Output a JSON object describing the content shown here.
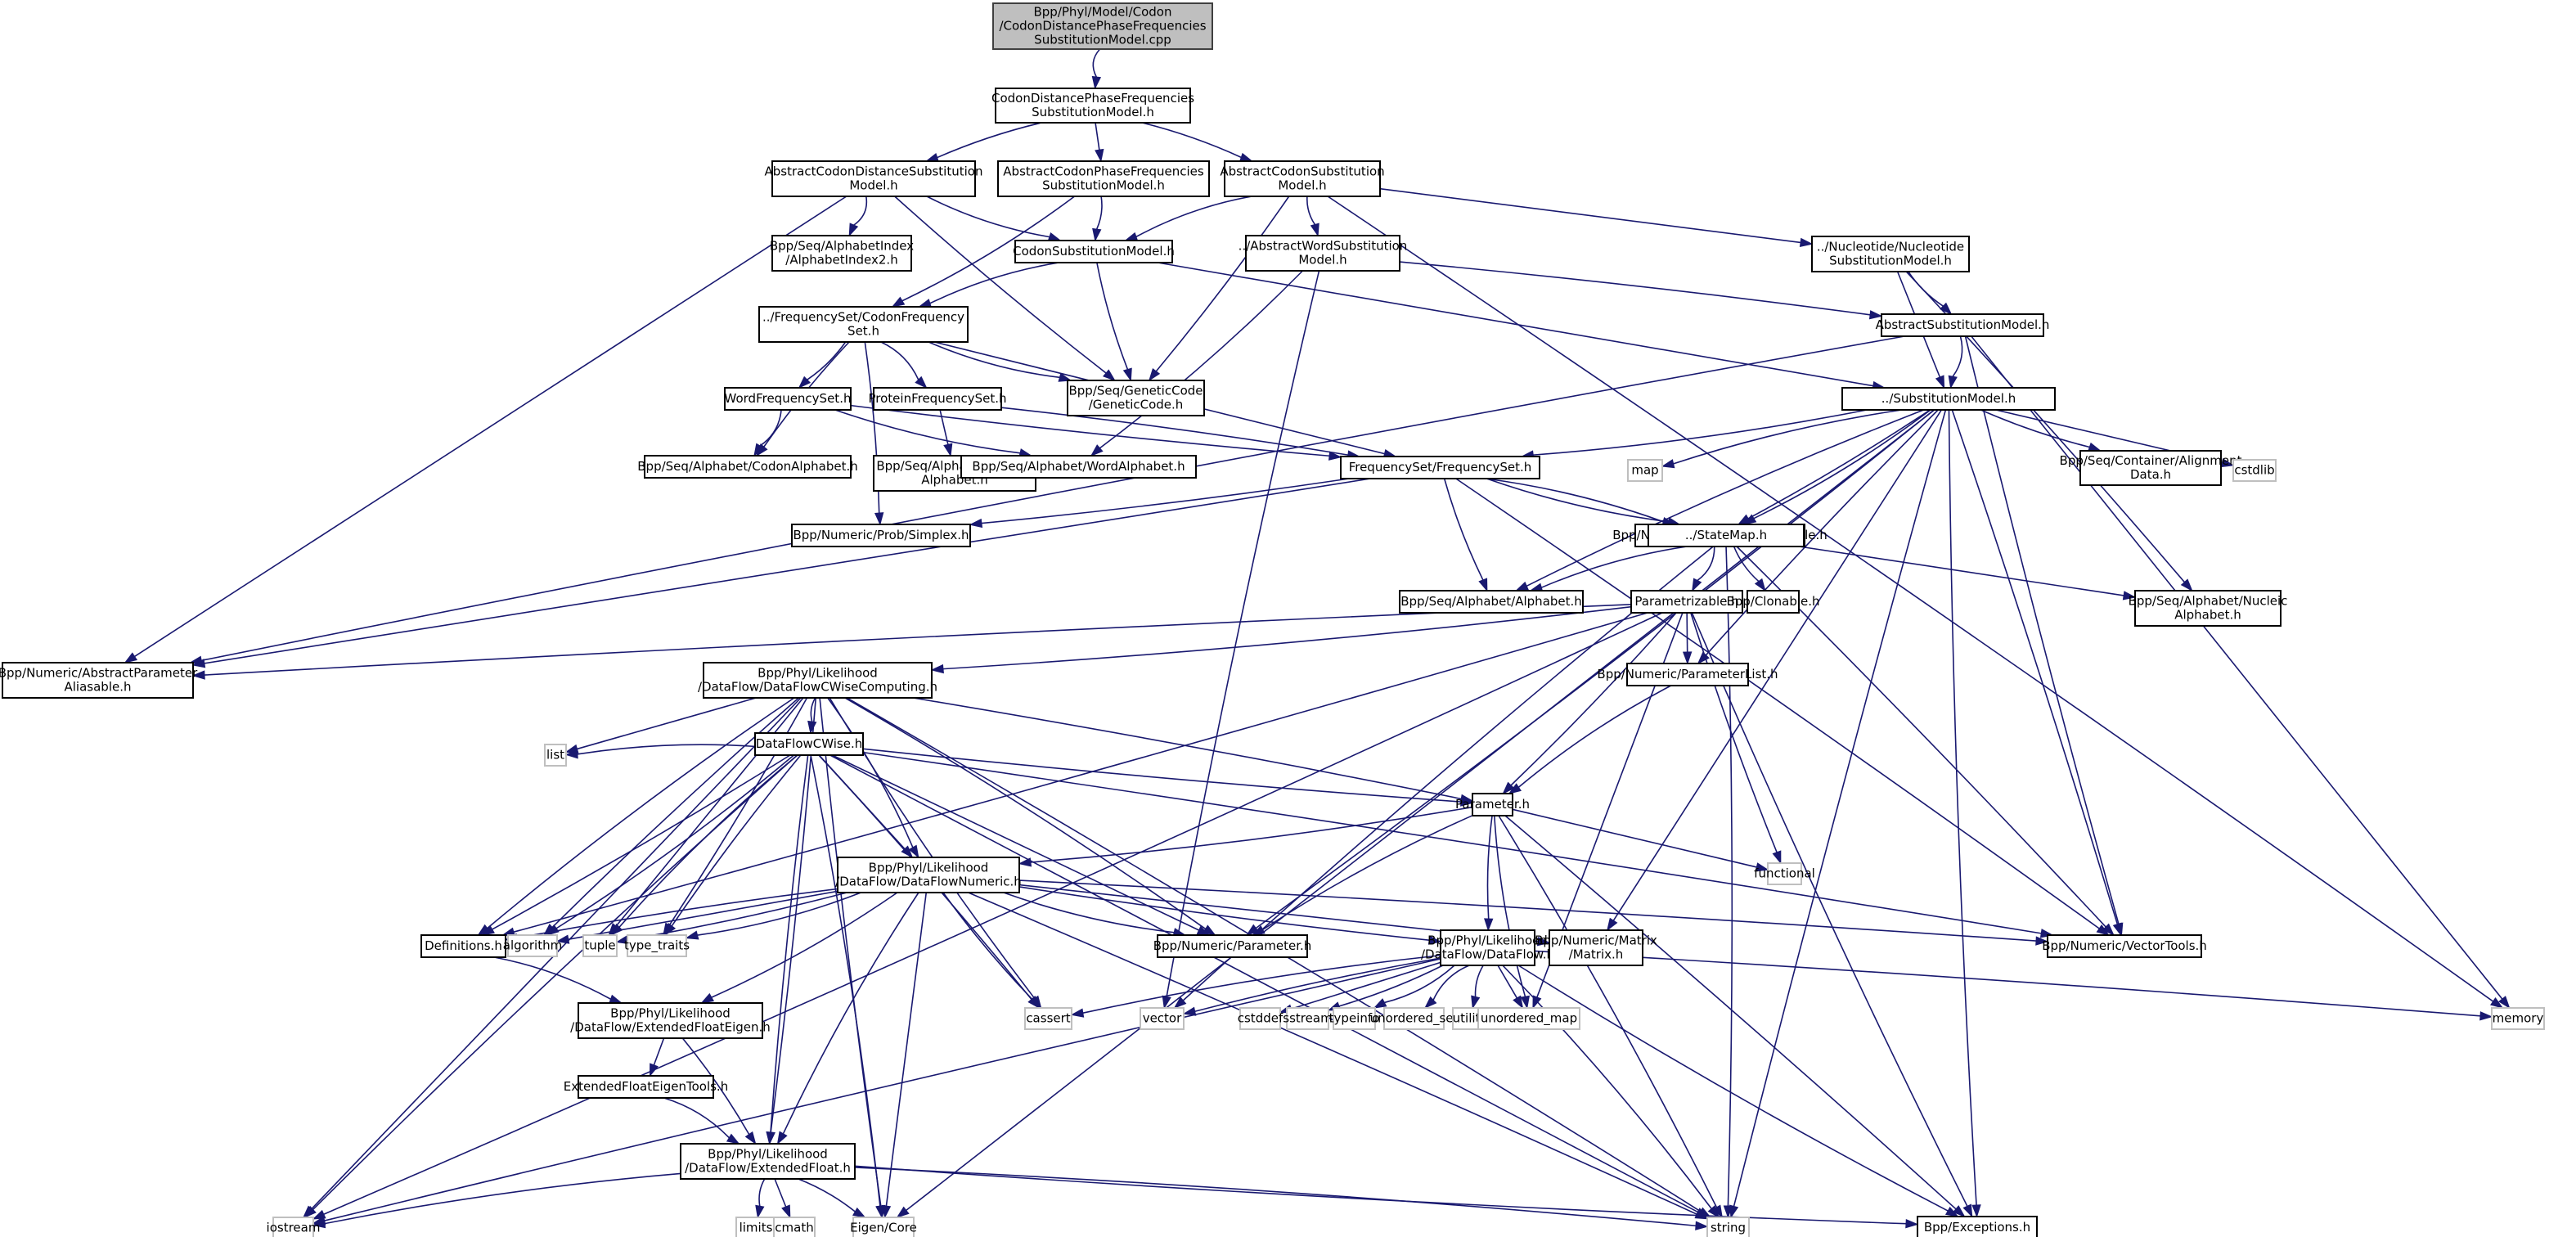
{
  "title": "Include dependency graph for CodonDistancePhaseFrequenciesSubstitutionModel.cpp",
  "colors": {
    "edge": "#191970",
    "root_fill": "#bfbfbf",
    "node_border": "#000000",
    "system_border": "#bfbfbf"
  },
  "nodes": [
    {
      "id": "root",
      "lines": [
        "Bpp/Phyl/Model/Codon",
        "/CodonDistancePhaseFrequencies",
        "SubstitutionModel.cpp"
      ],
      "kind": "root"
    },
    {
      "id": "cdpf",
      "lines": [
        "CodonDistancePhaseFrequencies",
        "SubstitutionModel.h"
      ],
      "kind": "project"
    },
    {
      "id": "acds",
      "lines": [
        "AbstractCodonDistanceSubstitution",
        "Model.h"
      ],
      "kind": "project"
    },
    {
      "id": "acpf",
      "lines": [
        "AbstractCodonPhaseFrequencies",
        "SubstitutionModel.h"
      ],
      "kind": "project"
    },
    {
      "id": "acs",
      "lines": [
        "AbstractCodonSubstitution",
        "Model.h"
      ],
      "kind": "project"
    },
    {
      "id": "ai2",
      "lines": [
        "Bpp/Seq/AlphabetIndex",
        "/AlphabetIndex2.h"
      ],
      "kind": "project"
    },
    {
      "id": "csm",
      "lines": [
        "CodonSubstitutionModel.h"
      ],
      "kind": "project"
    },
    {
      "id": "aws",
      "lines": [
        "../AbstractWordSubstitution",
        "Model.h"
      ],
      "kind": "project"
    },
    {
      "id": "nsm",
      "lines": [
        "../Nucleotide/Nucleotide",
        "SubstitutionModel.h"
      ],
      "kind": "project"
    },
    {
      "id": "asm",
      "lines": [
        "AbstractSubstitutionModel.h"
      ],
      "kind": "project"
    },
    {
      "id": "cfs",
      "lines": [
        "../FrequencySet/CodonFrequency",
        "Set.h"
      ],
      "kind": "project"
    },
    {
      "id": "gc",
      "lines": [
        "Bpp/Seq/GeneticCode",
        "/GeneticCode.h"
      ],
      "kind": "project"
    },
    {
      "id": "sm",
      "lines": [
        "../SubstitutionModel.h"
      ],
      "kind": "project"
    },
    {
      "id": "wfs",
      "lines": [
        "WordFrequencySet.h"
      ],
      "kind": "project"
    },
    {
      "id": "pfs",
      "lines": [
        "ProteinFrequencySet.h"
      ],
      "kind": "project"
    },
    {
      "id": "ca",
      "lines": [
        "Bpp/Seq/Alphabet/CodonAlphabet.h"
      ],
      "kind": "project"
    },
    {
      "id": "pa",
      "lines": [
        "Bpp/Seq/Alphabet/Proteic",
        "Alphabet.h"
      ],
      "kind": "project"
    },
    {
      "id": "wa",
      "lines": [
        "Bpp/Seq/Alphabet/WordAlphabet.h"
      ],
      "kind": "project"
    },
    {
      "id": "fs",
      "lines": [
        "FrequencySet/FrequencySet.h"
      ],
      "kind": "project"
    },
    {
      "id": "map",
      "lines": [
        "map"
      ],
      "kind": "system"
    },
    {
      "id": "ad",
      "lines": [
        "Bpp/Seq/Container/Alignment",
        "Data.h"
      ],
      "kind": "project"
    },
    {
      "id": "cstdlib",
      "lines": [
        "cstdlib"
      ],
      "kind": "system"
    },
    {
      "id": "simplex",
      "lines": [
        "Bpp/Numeric/Prob/Simplex.h"
      ],
      "kind": "project"
    },
    {
      "id": "pal",
      "lines": [
        "Bpp/Numeric/ParameterAliasable.h"
      ],
      "kind": "project"
    },
    {
      "id": "stm",
      "lines": [
        "../StateMap.h"
      ],
      "kind": "project"
    },
    {
      "id": "alpha",
      "lines": [
        "Bpp/Seq/Alphabet/Alphabet.h"
      ],
      "kind": "project"
    },
    {
      "id": "parz",
      "lines": [
        "Parametrizable.h"
      ],
      "kind": "project"
    },
    {
      "id": "clon",
      "lines": [
        "Bpp/Clonable.h"
      ],
      "kind": "project"
    },
    {
      "id": "na",
      "lines": [
        "Bpp/Seq/Alphabet/Nucleic",
        "Alphabet.h"
      ],
      "kind": "project"
    },
    {
      "id": "apa",
      "lines": [
        "Bpp/Numeric/AbstractParameter",
        "Aliasable.h"
      ],
      "kind": "project"
    },
    {
      "id": "dfcwc",
      "lines": [
        "Bpp/Phyl/Likelihood",
        "/DataFlow/DataFlowCWiseComputing.h"
      ],
      "kind": "project"
    },
    {
      "id": "plist",
      "lines": [
        "Bpp/Numeric/ParameterList.h"
      ],
      "kind": "project"
    },
    {
      "id": "dfcw",
      "lines": [
        "DataFlowCWise.h"
      ],
      "kind": "project"
    },
    {
      "id": "list",
      "lines": [
        "list"
      ],
      "kind": "system"
    },
    {
      "id": "param",
      "lines": [
        "Parameter.h"
      ],
      "kind": "project"
    },
    {
      "id": "functional",
      "lines": [
        "functional"
      ],
      "kind": "system"
    },
    {
      "id": "dfn",
      "lines": [
        "Bpp/Phyl/Likelihood",
        "/DataFlow/DataFlowNumeric.h"
      ],
      "kind": "project"
    },
    {
      "id": "defs",
      "lines": [
        "Definitions.h"
      ],
      "kind": "project"
    },
    {
      "id": "algorithm",
      "lines": [
        "algorithm"
      ],
      "kind": "system"
    },
    {
      "id": "tuple",
      "lines": [
        "tuple"
      ],
      "kind": "system"
    },
    {
      "id": "type_traits",
      "lines": [
        "type_traits"
      ],
      "kind": "system"
    },
    {
      "id": "nparam",
      "lines": [
        "Bpp/Numeric/Parameter.h"
      ],
      "kind": "project"
    },
    {
      "id": "df",
      "lines": [
        "Bpp/Phyl/Likelihood",
        "/DataFlow/DataFlow.h"
      ],
      "kind": "project"
    },
    {
      "id": "matrix",
      "lines": [
        "Bpp/Numeric/Matrix",
        "/Matrix.h"
      ],
      "kind": "project"
    },
    {
      "id": "vt",
      "lines": [
        "Bpp/Numeric/VectorTools.h"
      ],
      "kind": "project"
    },
    {
      "id": "efe",
      "lines": [
        "Bpp/Phyl/Likelihood",
        "/DataFlow/ExtendedFloatEigen.h"
      ],
      "kind": "project"
    },
    {
      "id": "cassert",
      "lines": [
        "cassert"
      ],
      "kind": "system"
    },
    {
      "id": "vector",
      "lines": [
        "vector"
      ],
      "kind": "system"
    },
    {
      "id": "cstddef",
      "lines": [
        "cstddef"
      ],
      "kind": "system"
    },
    {
      "id": "sstream",
      "lines": [
        "sstream"
      ],
      "kind": "system"
    },
    {
      "id": "typeinfo",
      "lines": [
        "typeinfo"
      ],
      "kind": "system"
    },
    {
      "id": "unordered_set",
      "lines": [
        "unordered_set"
      ],
      "kind": "system"
    },
    {
      "id": "utility",
      "lines": [
        "utility"
      ],
      "kind": "system"
    },
    {
      "id": "unordered_map",
      "lines": [
        "unordered_map"
      ],
      "kind": "system"
    },
    {
      "id": "memory",
      "lines": [
        "memory"
      ],
      "kind": "system"
    },
    {
      "id": "efet",
      "lines": [
        "ExtendedFloatEigenTools.h"
      ],
      "kind": "project"
    },
    {
      "id": "ef",
      "lines": [
        "Bpp/Phyl/Likelihood",
        "/DataFlow/ExtendedFloat.h"
      ],
      "kind": "project"
    },
    {
      "id": "iostream",
      "lines": [
        "iostream"
      ],
      "kind": "system"
    },
    {
      "id": "limits",
      "lines": [
        "limits"
      ],
      "kind": "system"
    },
    {
      "id": "cmath",
      "lines": [
        "cmath"
      ],
      "kind": "system"
    },
    {
      "id": "eigen",
      "lines": [
        "Eigen/Core"
      ],
      "kind": "system"
    },
    {
      "id": "string",
      "lines": [
        "string"
      ],
      "kind": "system"
    },
    {
      "id": "exc",
      "lines": [
        "Bpp/Exceptions.h"
      ],
      "kind": "project"
    }
  ],
  "edges": [
    [
      "root",
      "cdpf"
    ],
    [
      "cdpf",
      "acds"
    ],
    [
      "cdpf",
      "acpf"
    ],
    [
      "cdpf",
      "acs"
    ],
    [
      "acds",
      "ai2"
    ],
    [
      "acds",
      "csm"
    ],
    [
      "acds",
      "gc"
    ],
    [
      "acds",
      "apa"
    ],
    [
      "acpf",
      "csm"
    ],
    [
      "acpf",
      "cfs"
    ],
    [
      "acs",
      "csm"
    ],
    [
      "acs",
      "aws"
    ],
    [
      "acs",
      "nsm"
    ],
    [
      "acs",
      "gc"
    ],
    [
      "acs",
      "memory"
    ],
    [
      "csm",
      "cfs"
    ],
    [
      "csm",
      "gc"
    ],
    [
      "csm",
      "sm"
    ],
    [
      "aws",
      "asm"
    ],
    [
      "aws",
      "wa"
    ],
    [
      "aws",
      "vector"
    ],
    [
      "nsm",
      "asm"
    ],
    [
      "nsm",
      "sm"
    ],
    [
      "nsm",
      "na"
    ],
    [
      "asm",
      "sm"
    ],
    [
      "asm",
      "apa"
    ],
    [
      "asm",
      "vt"
    ],
    [
      "asm",
      "memory"
    ],
    [
      "cfs",
      "wfs"
    ],
    [
      "cfs",
      "pfs"
    ],
    [
      "cfs",
      "gc"
    ],
    [
      "cfs",
      "ca"
    ],
    [
      "cfs",
      "fs"
    ],
    [
      "cfs",
      "simplex"
    ],
    [
      "wfs",
      "ca"
    ],
    [
      "wfs",
      "wa"
    ],
    [
      "wfs",
      "fs"
    ],
    [
      "pfs",
      "pa"
    ],
    [
      "pfs",
      "fs"
    ],
    [
      "sm",
      "fs"
    ],
    [
      "sm",
      "map"
    ],
    [
      "sm",
      "ad"
    ],
    [
      "sm",
      "cstdlib"
    ],
    [
      "sm",
      "pal"
    ],
    [
      "sm",
      "stm"
    ],
    [
      "sm",
      "alpha"
    ],
    [
      "sm",
      "plist"
    ],
    [
      "sm",
      "matrix"
    ],
    [
      "sm",
      "vt"
    ],
    [
      "sm",
      "nparam"
    ],
    [
      "sm",
      "exc"
    ],
    [
      "sm",
      "string"
    ],
    [
      "sm",
      "eigen"
    ],
    [
      "fs",
      "simplex"
    ],
    [
      "fs",
      "pal"
    ],
    [
      "fs",
      "stm"
    ],
    [
      "fs",
      "alpha"
    ],
    [
      "fs",
      "apa"
    ],
    [
      "fs",
      "vt"
    ],
    [
      "pal",
      "parz"
    ],
    [
      "stm",
      "alpha"
    ],
    [
      "stm",
      "clon"
    ],
    [
      "stm",
      "na"
    ],
    [
      "stm",
      "vt"
    ],
    [
      "stm",
      "string"
    ],
    [
      "stm",
      "vector"
    ],
    [
      "parz",
      "apa"
    ],
    [
      "parz",
      "plist"
    ],
    [
      "parz",
      "param"
    ],
    [
      "parz",
      "dfcwc"
    ],
    [
      "parz",
      "exc"
    ],
    [
      "parz",
      "functional"
    ],
    [
      "parz",
      "unordered_map"
    ],
    [
      "parz",
      "defs"
    ],
    [
      "parz",
      "iostream"
    ],
    [
      "plist",
      "param"
    ],
    [
      "dfcwc",
      "dfcw"
    ],
    [
      "dfcwc",
      "list"
    ],
    [
      "dfcwc",
      "param"
    ],
    [
      "dfcwc",
      "dfn"
    ],
    [
      "dfcwc",
      "defs"
    ],
    [
      "dfcwc",
      "algorithm"
    ],
    [
      "dfcwc",
      "tuple"
    ],
    [
      "dfcwc",
      "type_traits"
    ],
    [
      "dfcwc",
      "nparam"
    ],
    [
      "dfcwc",
      "cassert"
    ],
    [
      "dfcwc",
      "eigen"
    ],
    [
      "dfcwc",
      "iostream"
    ],
    [
      "dfcwc",
      "ef"
    ],
    [
      "dfcwc",
      "string"
    ],
    [
      "dfcw",
      "list"
    ],
    [
      "dfcw",
      "param"
    ],
    [
      "dfcw",
      "dfn"
    ],
    [
      "dfcw",
      "defs"
    ],
    [
      "dfcw",
      "algorithm"
    ],
    [
      "dfcw",
      "tuple"
    ],
    [
      "dfcw",
      "type_traits"
    ],
    [
      "dfcw",
      "nparam"
    ],
    [
      "dfcw",
      "cassert"
    ],
    [
      "dfcw",
      "eigen"
    ],
    [
      "dfcw",
      "iostream"
    ],
    [
      "dfcw",
      "ef"
    ],
    [
      "dfcw",
      "string"
    ],
    [
      "dfcw",
      "vt"
    ],
    [
      "param",
      "dfn"
    ],
    [
      "param",
      "nparam"
    ],
    [
      "param",
      "df"
    ],
    [
      "param",
      "functional"
    ],
    [
      "param",
      "exc"
    ],
    [
      "param",
      "string"
    ],
    [
      "param",
      "unordered_map"
    ],
    [
      "dfn",
      "defs"
    ],
    [
      "dfn",
      "algorithm"
    ],
    [
      "dfn",
      "tuple"
    ],
    [
      "dfn",
      "type_traits"
    ],
    [
      "dfn",
      "nparam"
    ],
    [
      "dfn",
      "df"
    ],
    [
      "dfn",
      "matrix"
    ],
    [
      "dfn",
      "vt"
    ],
    [
      "dfn",
      "efe"
    ],
    [
      "dfn",
      "ef"
    ],
    [
      "dfn",
      "cassert"
    ],
    [
      "dfn",
      "eigen"
    ],
    [
      "dfn",
      "string"
    ],
    [
      "defs",
      "efe"
    ],
    [
      "df",
      "cassert"
    ],
    [
      "df",
      "vector"
    ],
    [
      "df",
      "cstddef"
    ],
    [
      "df",
      "sstream"
    ],
    [
      "df",
      "typeinfo"
    ],
    [
      "df",
      "unordered_set"
    ],
    [
      "df",
      "utility"
    ],
    [
      "df",
      "unordered_map"
    ],
    [
      "df",
      "memory"
    ],
    [
      "df",
      "string"
    ],
    [
      "df",
      "exc"
    ],
    [
      "df",
      "iostream"
    ],
    [
      "efe",
      "efet"
    ],
    [
      "efe",
      "ef"
    ],
    [
      "efet",
      "ef"
    ],
    [
      "ef",
      "iostream"
    ],
    [
      "ef",
      "limits"
    ],
    [
      "ef",
      "cmath"
    ],
    [
      "ef",
      "eigen"
    ],
    [
      "ef",
      "string"
    ],
    [
      "ef",
      "exc"
    ]
  ]
}
